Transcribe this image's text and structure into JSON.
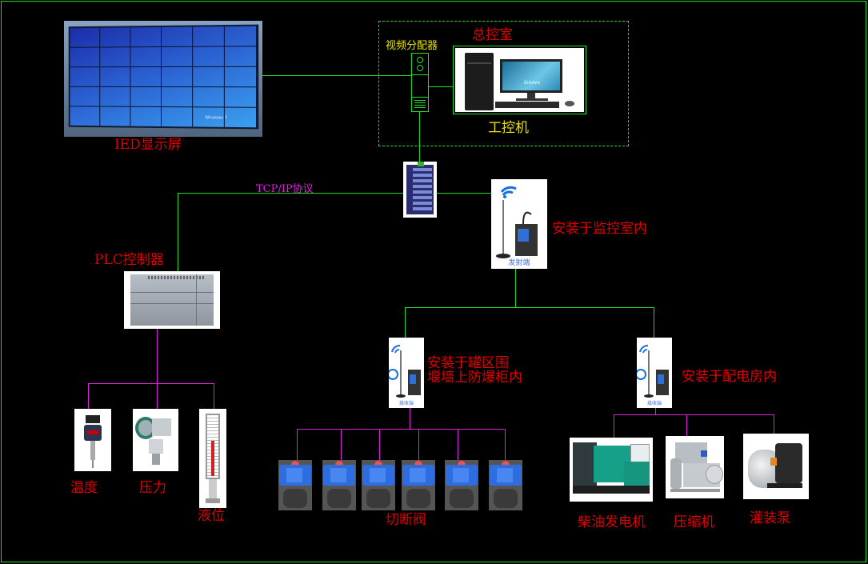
{
  "diagram": {
    "colors": {
      "background": "#000000",
      "green_link": "#22dd22",
      "magenta_link": "#e020e0",
      "label_red": "#e00000",
      "label_yellow": "#e8e000",
      "label_magenta": "#e020e0"
    },
    "control_room": {
      "title": "总控室",
      "video_splitter_label": "视频分配器",
      "ipc_label": "工控机",
      "ipc_brand": "lenovo"
    },
    "display": {
      "label": "IED显示屏",
      "os_badge": "Windows 7"
    },
    "network": {
      "protocol_label": "TCP/IP协议",
      "switch_label": ""
    },
    "transmitter": {
      "caption": "发射端",
      "location": "安装于监控室内"
    },
    "plc": {
      "label": "PLC控制器"
    },
    "sensors": [
      {
        "label": "温度",
        "icon": "temperature-transmitter"
      },
      {
        "label": "压力",
        "icon": "pressure-transmitter"
      },
      {
        "label": "液位",
        "icon": "level-gauge"
      }
    ],
    "receivers": [
      {
        "caption": "接收端",
        "location_line1": "安装于罐区围",
        "location_line2": "堰墙上防爆柜内"
      },
      {
        "caption": "接收端",
        "location_line1": "安装于配电房内",
        "location_line2": ""
      }
    ],
    "valves": {
      "label": "切断阀",
      "count": 6
    },
    "equipment": [
      {
        "label": "柴油发电机",
        "icon": "diesel-generator"
      },
      {
        "label": "压缩机",
        "icon": "compressor"
      },
      {
        "label": "灌装泵",
        "icon": "filling-pump"
      }
    ]
  }
}
